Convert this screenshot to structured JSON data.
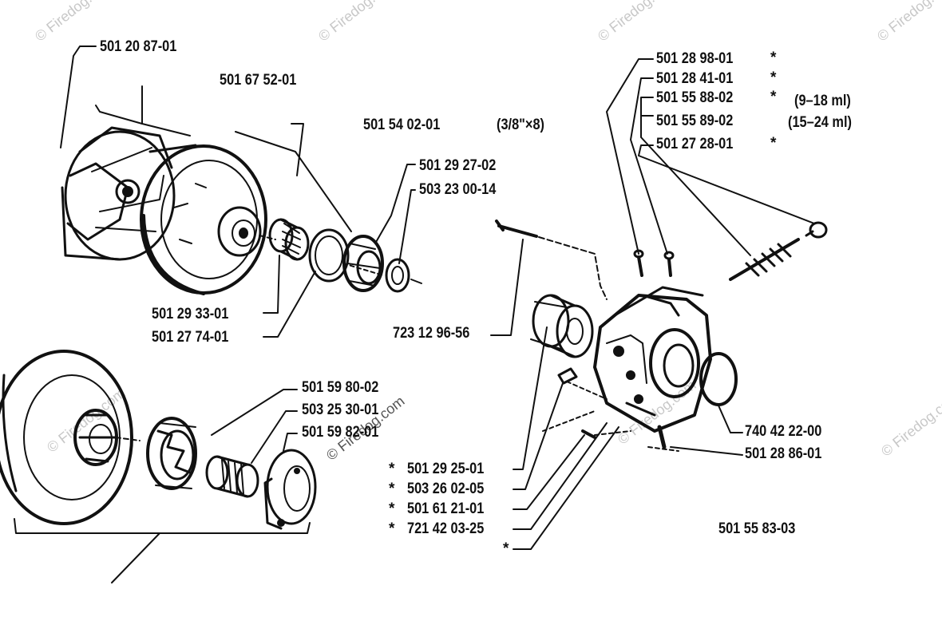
{
  "labels": {
    "p501208701": "501 20 87-01",
    "p501675201": "501 67 52-01",
    "p501540201": "501 54 02-01",
    "chain_spec": "(3/8\"×8)",
    "p501292702": "501 29 27-02",
    "p503230014": "503 23 00-14",
    "p501293301": "501 29 33-01",
    "p501277401": "501 27 74-01",
    "p501289801": "501 28 98-01",
    "p501284101": "501 28 41-01",
    "p501558802": "501 55 88-02",
    "p501558902": "501 55 89-02",
    "p501272801": "501 27 28-01",
    "oil_a": "(9–18 ml)",
    "oil_b": "(15–24 ml)",
    "p723129656": "723 12 96-56",
    "p501598002": "501 59 80-02",
    "p503253001": "503 25 30-01",
    "p501598201": "501 59 82-01",
    "p740422200": "740 42 22-00",
    "p501288601": "501 28 86-01",
    "p501292501": "501 29 25-01",
    "p503260205": "503 26 02-05",
    "p501612101": "501 61 21-01",
    "p721420325": "721 42 03-25",
    "p501558303": "501 55 83-03"
  },
  "markers": {
    "star": "*"
  },
  "watermark": {
    "text": "© Firedog.com"
  },
  "colors": {
    "ink": "#111111",
    "paper": "#ffffff",
    "watermark": "#c8c8c8"
  }
}
